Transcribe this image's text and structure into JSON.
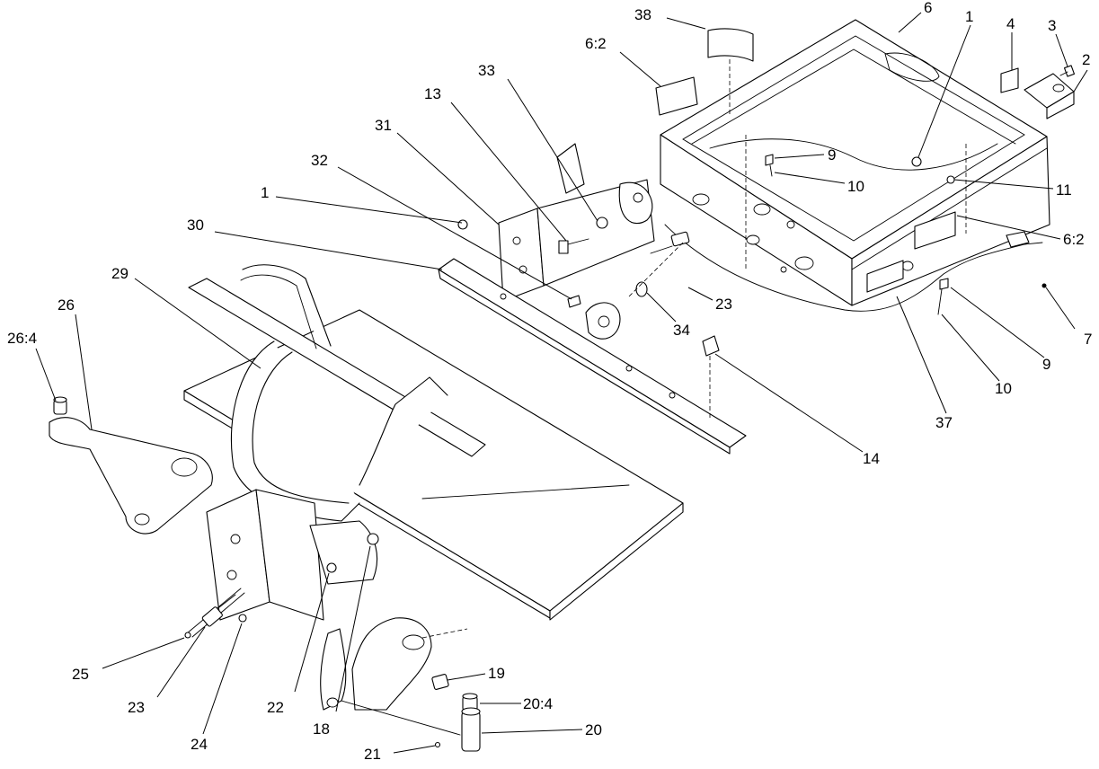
{
  "callouts": [
    {
      "id": "38",
      "text": "38"
    },
    {
      "id": "6",
      "text": "6"
    },
    {
      "id": "1a",
      "text": "1"
    },
    {
      "id": "4",
      "text": "4"
    },
    {
      "id": "3",
      "text": "3"
    },
    {
      "id": "2",
      "text": "2"
    },
    {
      "id": "6-2a",
      "text": "6:2"
    },
    {
      "id": "33",
      "text": "33"
    },
    {
      "id": "13",
      "text": "13"
    },
    {
      "id": "31",
      "text": "31"
    },
    {
      "id": "9a",
      "text": "9"
    },
    {
      "id": "10a",
      "text": "10"
    },
    {
      "id": "11",
      "text": "11"
    },
    {
      "id": "32",
      "text": "32"
    },
    {
      "id": "1b",
      "text": "1"
    },
    {
      "id": "30",
      "text": "30"
    },
    {
      "id": "6-2b",
      "text": "6:2"
    },
    {
      "id": "29",
      "text": "29"
    },
    {
      "id": "23a",
      "text": "23"
    },
    {
      "id": "34",
      "text": "34"
    },
    {
      "id": "7",
      "text": "7"
    },
    {
      "id": "9b",
      "text": "9"
    },
    {
      "id": "26",
      "text": "26"
    },
    {
      "id": "26-4",
      "text": "26:4"
    },
    {
      "id": "10b",
      "text": "10"
    },
    {
      "id": "37",
      "text": "37"
    },
    {
      "id": "14",
      "text": "14"
    },
    {
      "id": "25",
      "text": "25"
    },
    {
      "id": "23b",
      "text": "23"
    },
    {
      "id": "22",
      "text": "22"
    },
    {
      "id": "24",
      "text": "24"
    },
    {
      "id": "18",
      "text": "18"
    },
    {
      "id": "19",
      "text": "19"
    },
    {
      "id": "20-4",
      "text": "20:4"
    },
    {
      "id": "20",
      "text": "20"
    },
    {
      "id": "21",
      "text": "21"
    }
  ]
}
